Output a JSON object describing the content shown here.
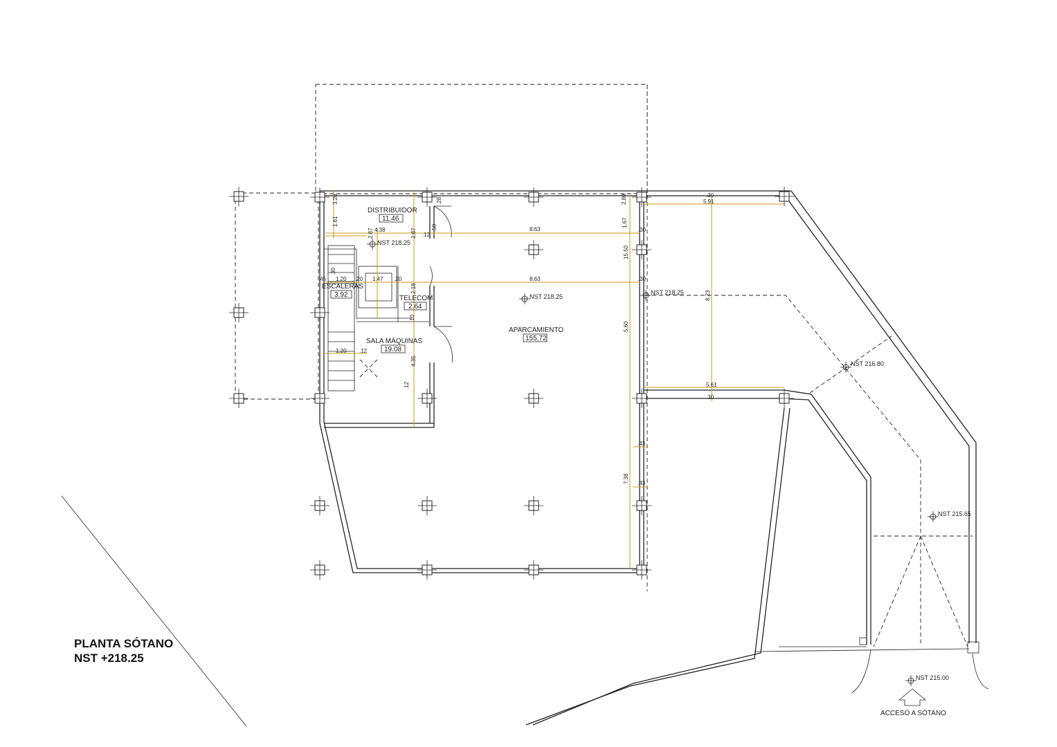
{
  "plan": {
    "title": "PLANTA SÓTANO",
    "level": "NST +218.25",
    "access_label": "ACCESO A SÓTANO",
    "colors": {
      "walls": "#222222",
      "dimensions": "#c89a18"
    }
  },
  "rooms": [
    {
      "id": "distribuidor",
      "name": "DISTRIBUIDOR",
      "area": "11.46"
    },
    {
      "id": "escaleras",
      "name": "ESCALERAS",
      "area": "3.92"
    },
    {
      "id": "telecom",
      "name": "TELECOM",
      "area": "2.64"
    },
    {
      "id": "sala-maquinas",
      "name": "SALA MÁQUINAS",
      "area": "19.08"
    },
    {
      "id": "aparcamiento",
      "name": "APARCAMIENTO",
      "area": "155,72"
    }
  ],
  "levels": [
    {
      "id": "nst-1",
      "label": "NST 218.25"
    },
    {
      "id": "nst-2",
      "label": "NST 218.25"
    },
    {
      "id": "nst-3",
      "label": "NST 218.25"
    },
    {
      "id": "nst-4",
      "label": "NST 216.80"
    },
    {
      "id": "nst-5",
      "label": "NST 215.65"
    },
    {
      "id": "nst-6",
      "label": "NST 215.00"
    }
  ],
  "dimensions": [
    "8.63",
    "8.63",
    "5.91",
    "5.61",
    "15.50",
    "5.60",
    "7.38",
    "8.23",
    "4.38",
    "2.87",
    "2.87",
    "1.67",
    "1.61",
    "1.20",
    "1.20",
    "1.47",
    "4.35",
    "2.18",
    "3.20",
    ".45",
    ".12",
    ".12",
    ".12",
    ".20",
    ".20",
    ".30",
    ".30",
    ".30",
    ".30",
    ".30",
    ".43",
    ".43",
    ".28",
    ".50",
    ".10",
    "2.80"
  ]
}
